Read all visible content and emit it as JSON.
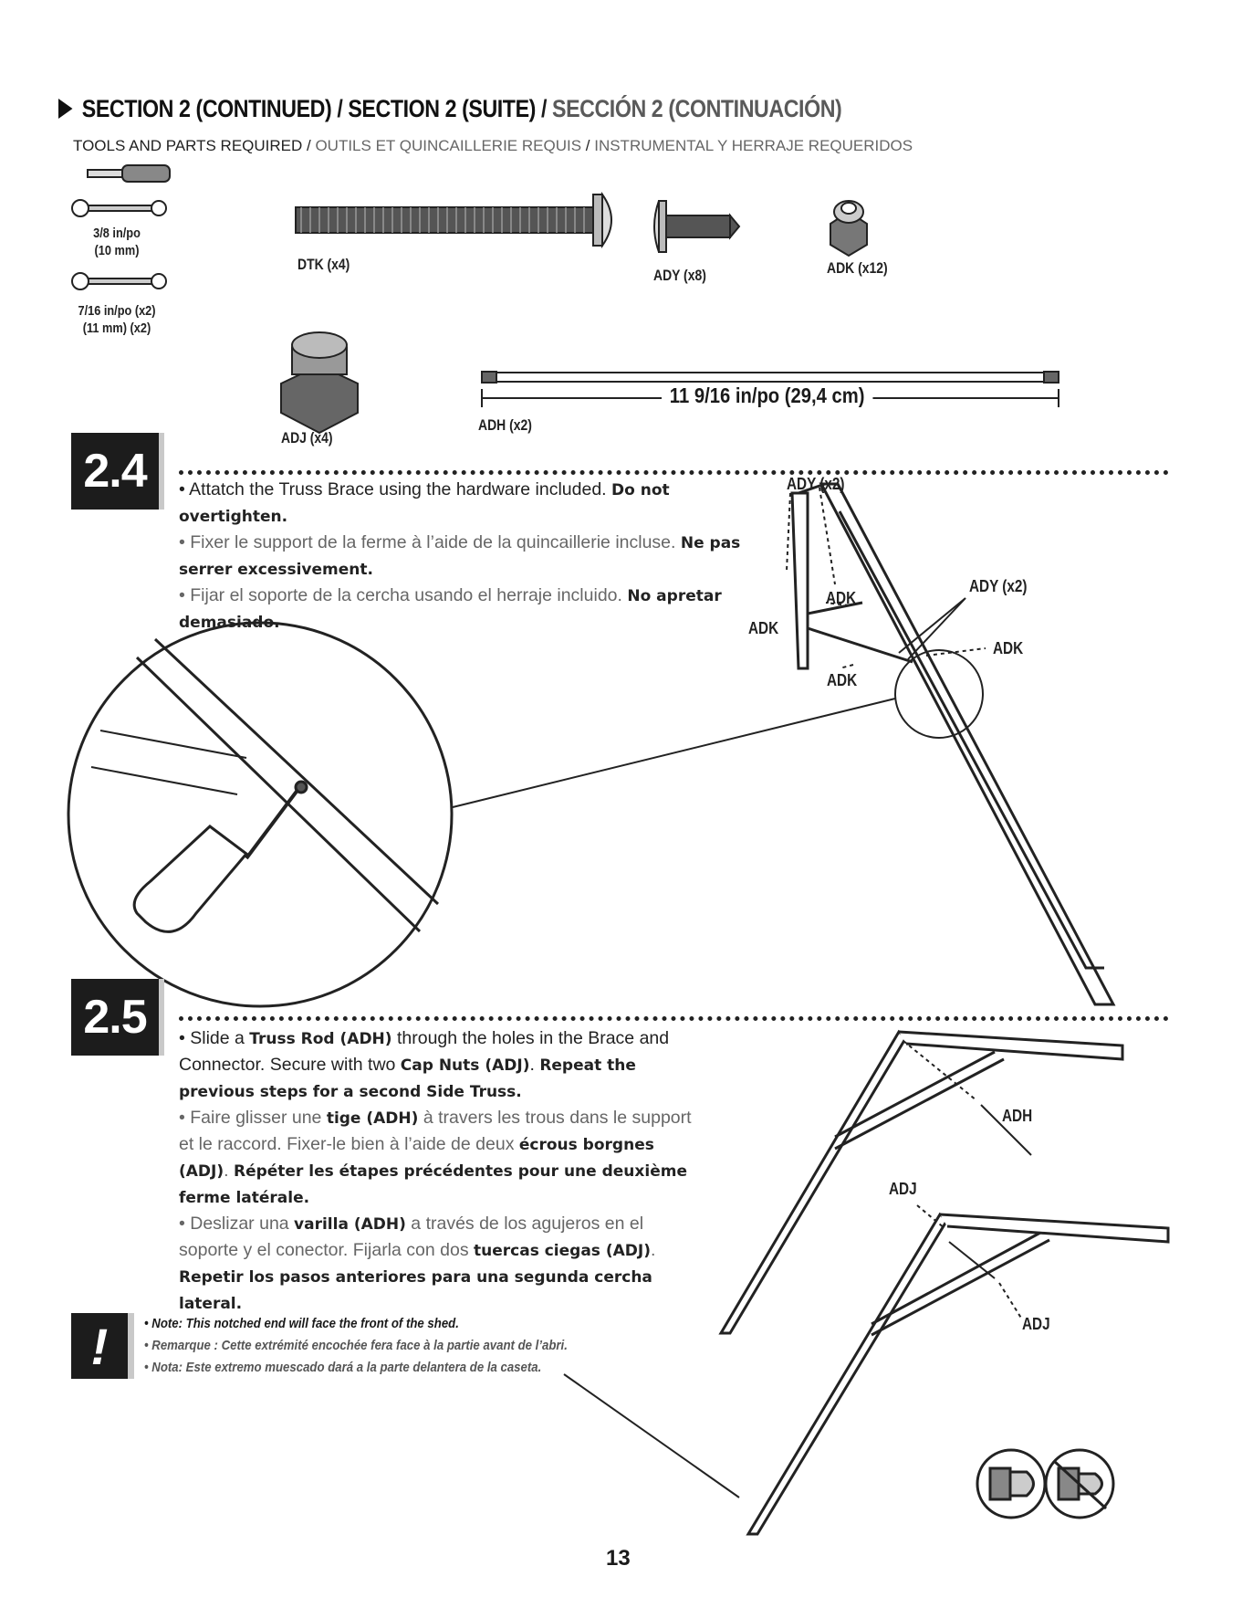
{
  "header": {
    "title_en": "SECTION 2 (CONTINUED)",
    "title_fr": "SECTION 2 (SUITE)",
    "title_es": "SECCIÓN 2 (CONTINUACIÓN)",
    "separator": " / ",
    "triangle_icon": "play-triangle-icon"
  },
  "tools": {
    "label_en": "TOOLS AND PARTS REQUIRED",
    "label_fr": "OUTILS ET QUINCAILLERIE REQUIS",
    "label_es": "INSTRUMENTAL Y HERRAJE REQUERIDOS",
    "separator": " / ",
    "wrench1_line1": "3/8 in/po",
    "wrench1_line2": "(10 mm)",
    "wrench2_line1": "7/16 in/po (x2)",
    "wrench2_line2": "(11 mm) (x2)"
  },
  "parts": {
    "dtk": "DTK (x4)",
    "ady": "ADY (x8)",
    "adk": "ADK (x12)",
    "adj": "ADJ (x4)",
    "adh": "ADH (x2)",
    "adh_length": "11 9/16 in/po (29,4 cm)"
  },
  "step_2_4": {
    "number": "2.4",
    "en_text": "• Attatch the Truss Brace using the hardware included. ",
    "en_bold": "Do not overtighten.",
    "fr_text": "• Fixer le support de la ferme à l’aide de la quincaillerie incluse. ",
    "fr_bold": "Ne pas serrer excessivement.",
    "es_text": "• Fijar el soporte de la cercha usando el herraje incluido. ",
    "es_bold": "No apretar demasiado.",
    "labels": {
      "ady_top": "ADY (x2)",
      "ady_right": "ADY (x2)",
      "adk_center": "ADK",
      "adk_left": "ADK",
      "adk_right": "ADK",
      "adk_bottom": "ADK"
    }
  },
  "step_2_5": {
    "number": "2.5",
    "en_1": "• Slide a ",
    "en_b1": "Truss Rod (ADH)",
    "en_2": " through the holes in the Brace and Connector. Secure with two ",
    "en_b2": "Cap Nuts (ADJ)",
    "en_3": ". ",
    "en_b3": "Repeat the previous steps for a second Side Truss.",
    "fr_1": "• Faire glisser une ",
    "fr_b1": "tige (ADH)",
    "fr_2": " à travers les trous dans le support et le raccord. Fixer-le bien à l’aide de deux ",
    "fr_b2": "écrous borgnes (ADJ)",
    "fr_3": ". ",
    "fr_b3": "Répéter les étapes précédentes pour une deuxième ferme latérale.",
    "es_1": "• Deslizar una ",
    "es_b1": "varilla (ADH)",
    "es_2": " a través de los agujeros en el soporte y el conector. Fijarla con dos ",
    "es_b2": "tuercas ciegas (ADJ)",
    "es_3": ". ",
    "es_b3": "Repetir los pasos anteriores para una segunda cercha lateral.",
    "labels": {
      "adh": "ADH",
      "adj_top": "ADJ",
      "adj_bottom": "ADJ"
    }
  },
  "note": {
    "symbol": "!",
    "en": "• Note: This notched end will face the front of the shed.",
    "fr": "• Remarque : Cette extrémité encochée fera face à la partie avant de l’abri.",
    "es": "• Nota: Este extremo muescado dará a la parte delantera de la caseta."
  },
  "page_number": "13",
  "colors": {
    "ink": "#1a1a1a",
    "gray": "#666666",
    "badge": "#1c1c1c"
  }
}
